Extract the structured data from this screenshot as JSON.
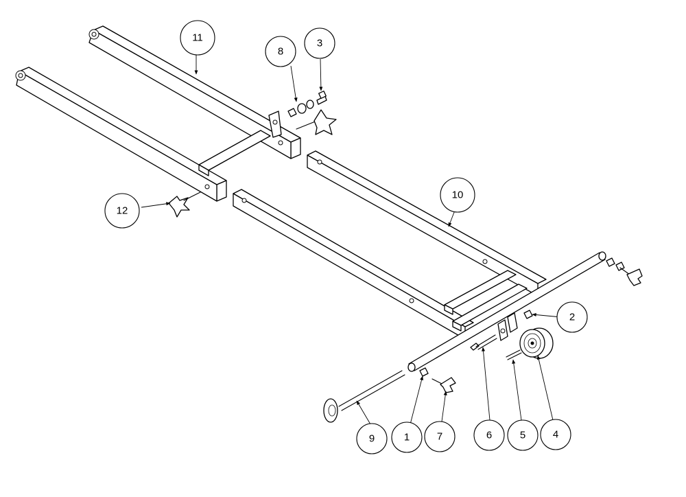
{
  "balloons": [
    {
      "label": "11"
    },
    {
      "label": "8"
    },
    {
      "label": "3"
    },
    {
      "label": "12"
    },
    {
      "label": "10"
    },
    {
      "label": "2"
    },
    {
      "label": "9"
    },
    {
      "label": "1"
    },
    {
      "label": "7"
    },
    {
      "label": "6"
    },
    {
      "label": "5"
    },
    {
      "label": "4"
    }
  ]
}
